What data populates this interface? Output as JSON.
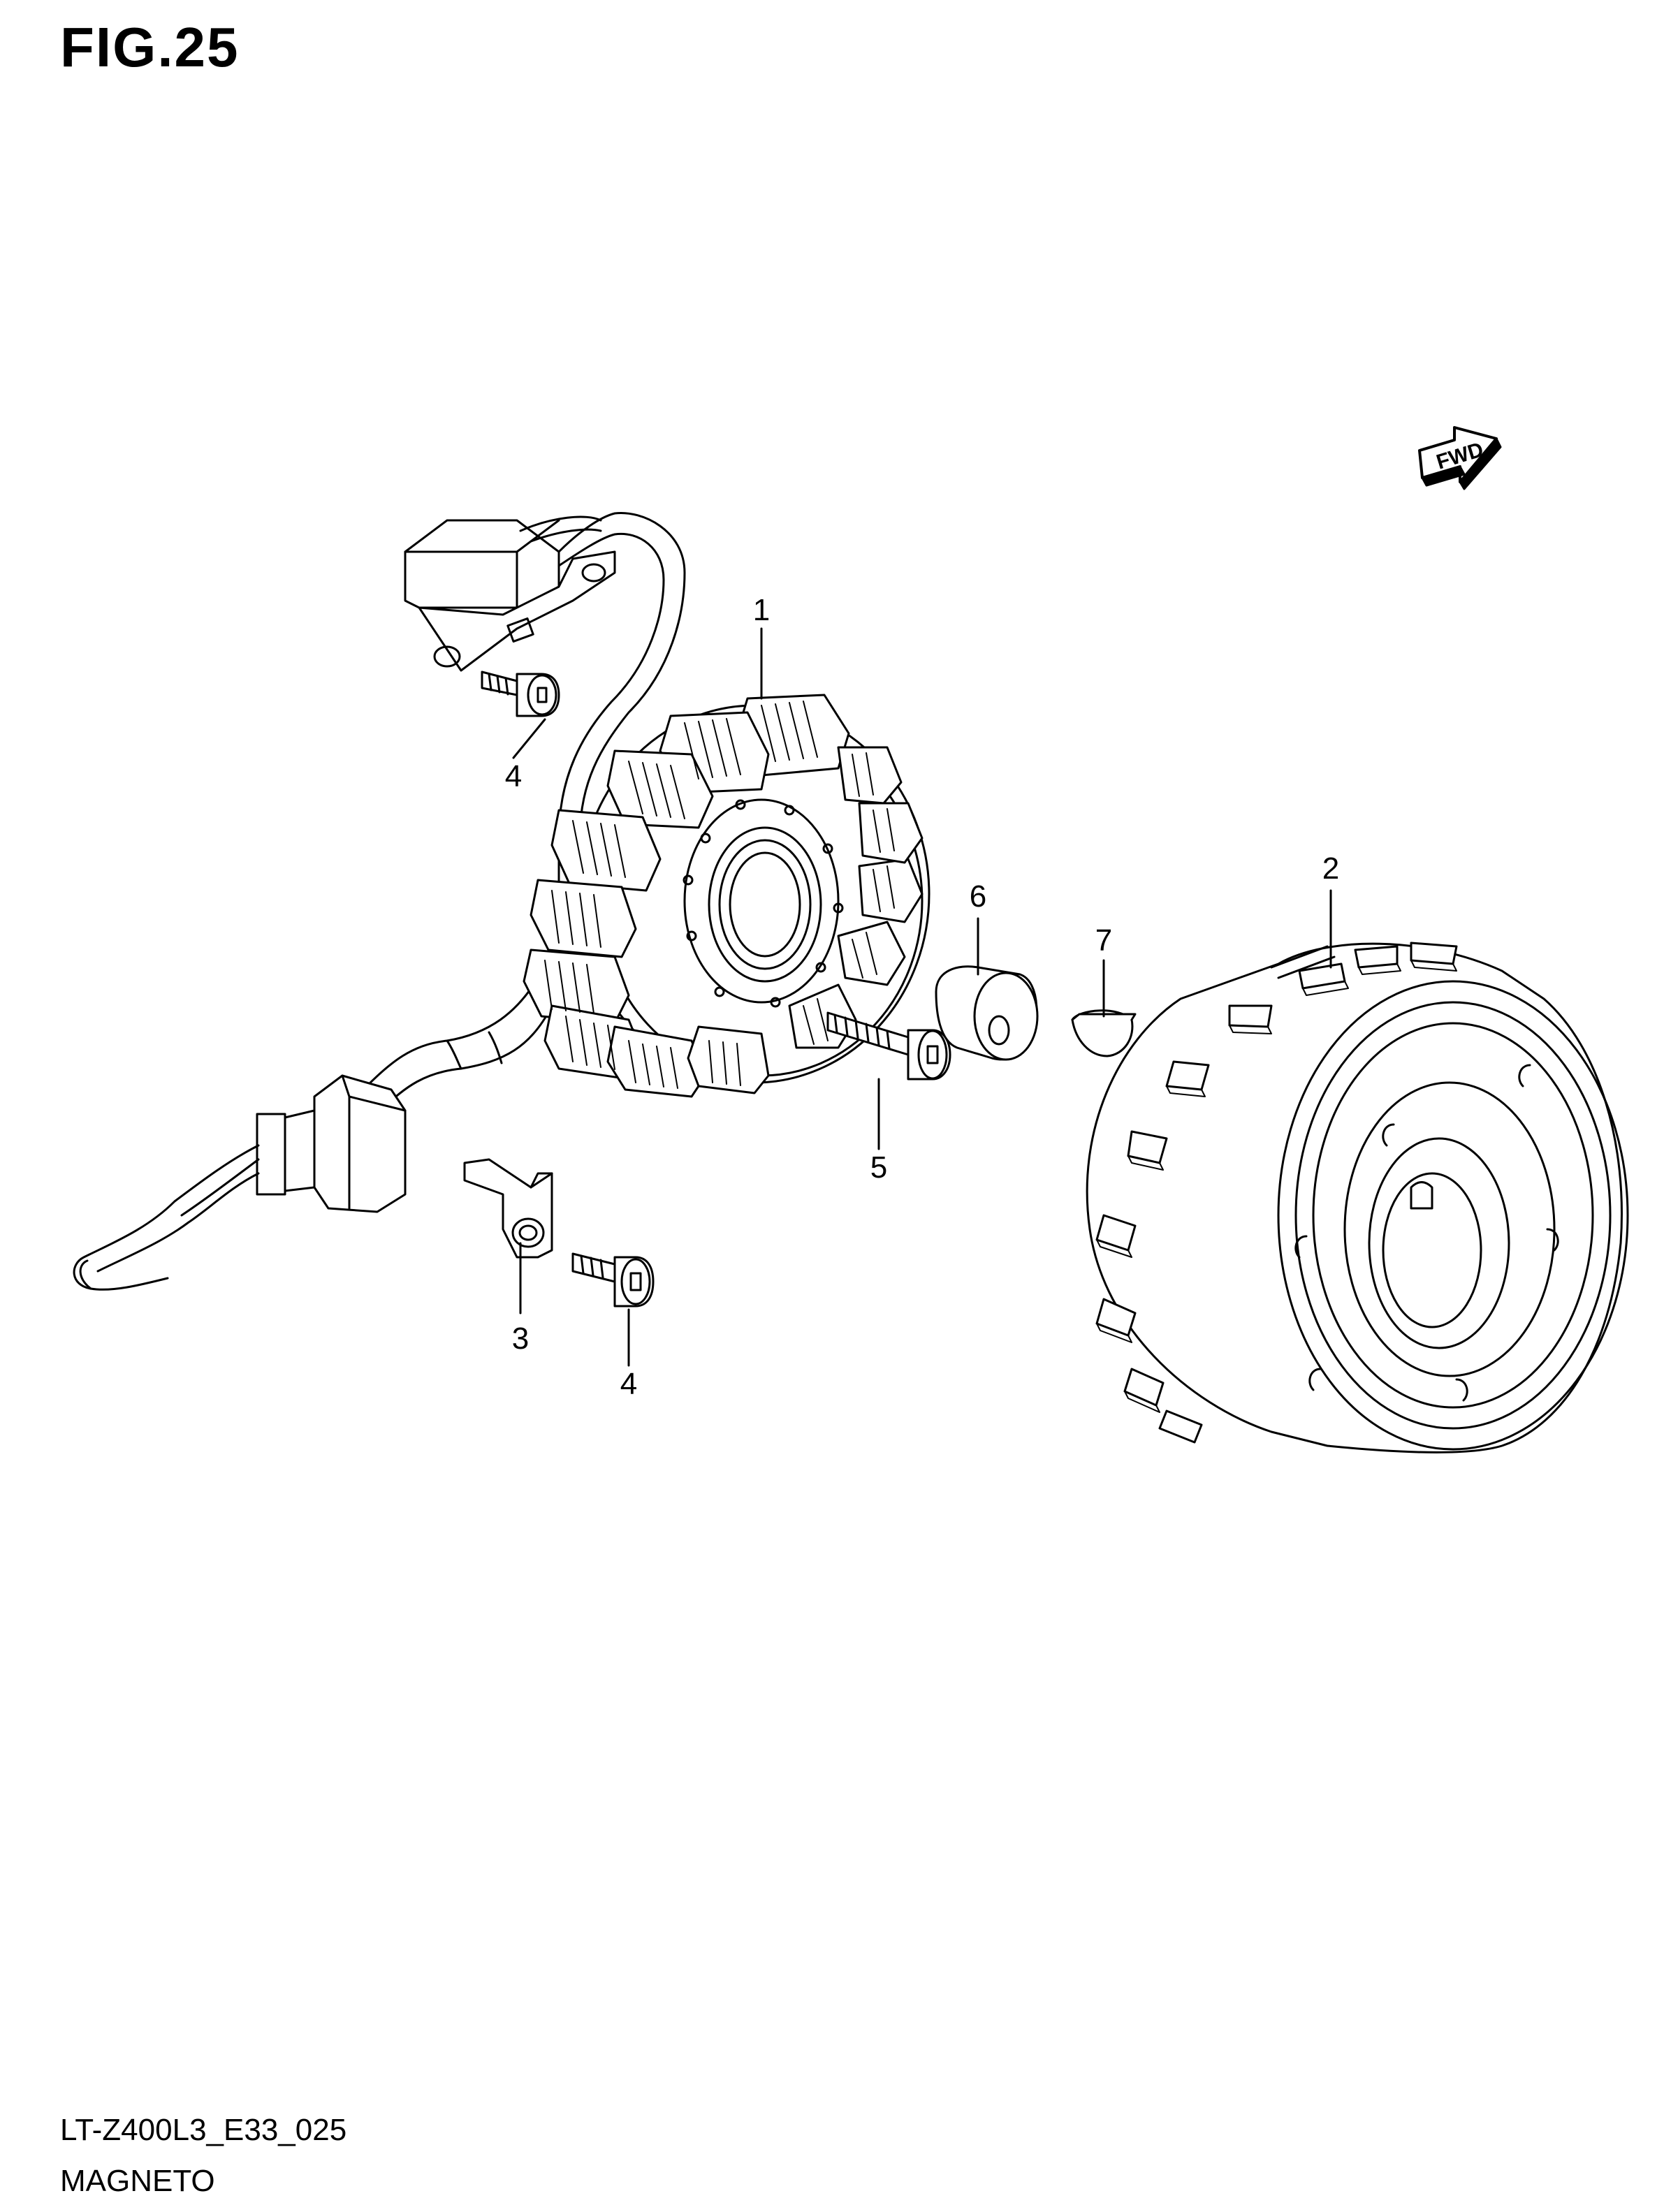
{
  "figure": {
    "title": "FIG.25",
    "drawing_code": "LT-Z400L3_E33_025",
    "name": "MAGNETO"
  },
  "direction_marker": {
    "label": "FWD",
    "icon": "forward-arrow-icon"
  },
  "callouts": [
    {
      "id": "c1",
      "number": "1"
    },
    {
      "id": "c2",
      "number": "2"
    },
    {
      "id": "c3",
      "number": "3"
    },
    {
      "id": "c4a",
      "number": "4"
    },
    {
      "id": "c4b",
      "number": "4"
    },
    {
      "id": "c5",
      "number": "5"
    },
    {
      "id": "c6",
      "number": "6"
    },
    {
      "id": "c7",
      "number": "7"
    }
  ],
  "colors": {
    "line": "#000000",
    "background": "#ffffff"
  }
}
